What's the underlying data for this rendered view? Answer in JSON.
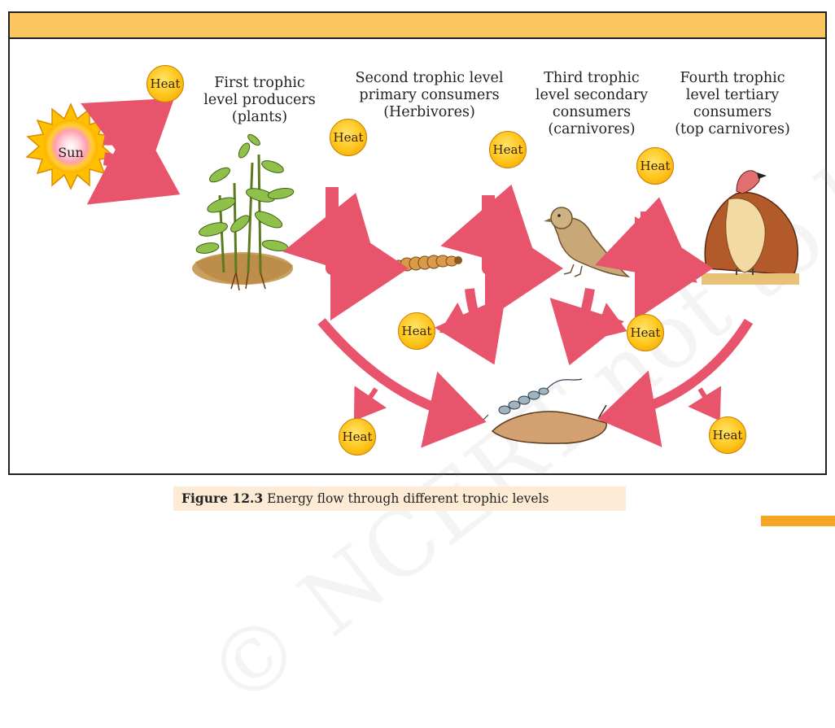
{
  "levels": {
    "first": [
      "First trophic",
      "level producers",
      "(plants)"
    ],
    "second": [
      "Second trophic level",
      "primary consumers",
      "(Herbivores)"
    ],
    "third": [
      "Third trophic",
      "level  secondary",
      "consumers",
      "(carnivores)"
    ],
    "fourth": [
      "Fourth trophic",
      "level tertiary",
      "consumers",
      "(top carnivores)"
    ]
  },
  "sun_label": "Sun",
  "heat_label": "Heat",
  "watermark": "© NCERT not to be republished",
  "caption": {
    "bold": "Figure 12.3",
    "text": " Energy flow through different trophic levels"
  },
  "colors": {
    "arrow": "#e8546c",
    "heat_fill": "#ffc419",
    "band": "#fbc55f",
    "caption_bg": "#fdebd6"
  }
}
